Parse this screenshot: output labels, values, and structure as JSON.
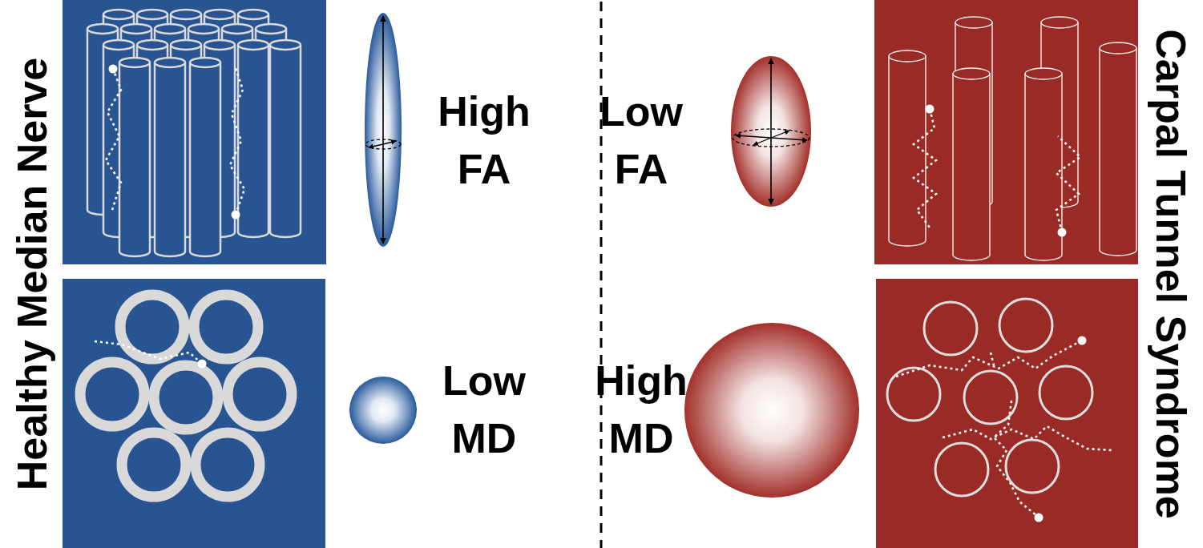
{
  "diagram": {
    "labels": [
      "Healthy Median Nerve",
      "High FA",
      "Low FA",
      "Carpal Tunnel Syndrome",
      "Low MD",
      "High MD"
    ]
  }
}
